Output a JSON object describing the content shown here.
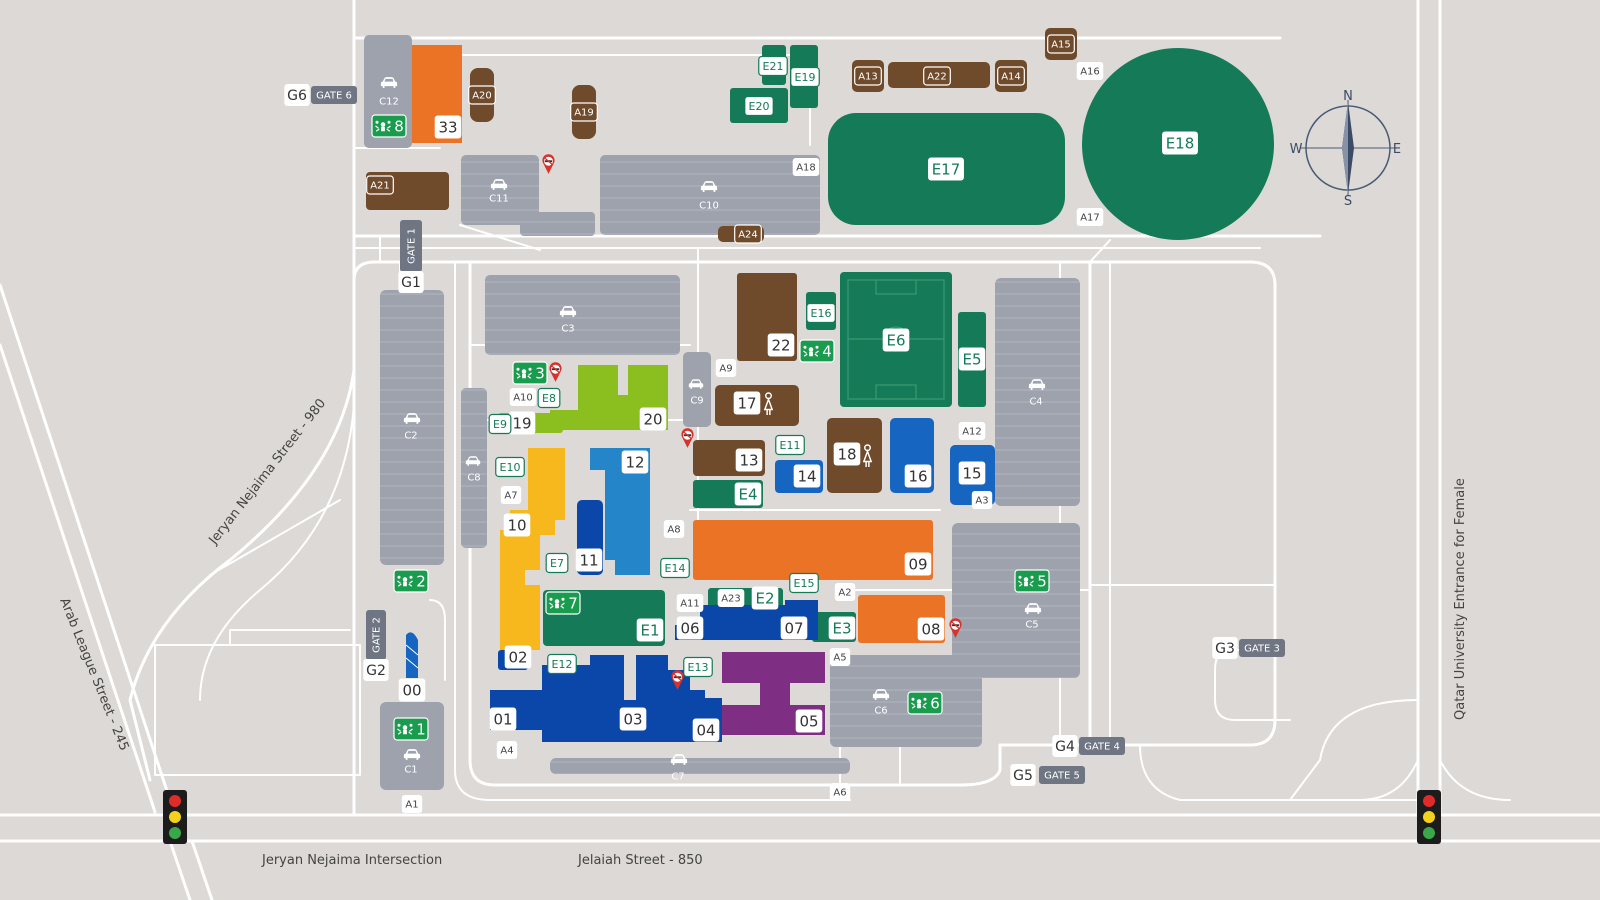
{
  "roads": {
    "arab_league": "Arab League Street - 245",
    "jeryan_980": "Jeryan Nejaima Street - 980",
    "jeryan_intersection": "Jeryan Nejaima Intersection",
    "jelaiah": "Jelaiah Street - 850",
    "female_entrance": "Qatar University Entrance for Female"
  },
  "compass": {
    "n": "N",
    "s": "S",
    "e": "E",
    "w": "W"
  },
  "gates": {
    "g1": {
      "code": "G1",
      "name": "GATE 1"
    },
    "g2": {
      "code": "G2",
      "name": "GATE 2"
    },
    "g3": {
      "code": "G3",
      "name": "GATE 3"
    },
    "g4": {
      "code": "G4",
      "name": "GATE 4"
    },
    "g5": {
      "code": "G5",
      "name": "GATE 5"
    },
    "g6": {
      "code": "G6",
      "name": "GATE 6"
    }
  },
  "buildings": {
    "b00": "00",
    "b01": "01",
    "b02": "02",
    "b03": "03",
    "b04": "04",
    "b05": "05",
    "b06": "06",
    "b07": "07",
    "b08": "08",
    "b09": "09",
    "b10": "10",
    "b11": "11",
    "b12": "12",
    "b13": "13",
    "b14": "14",
    "b15": "15",
    "b16": "16",
    "b17": "17",
    "b18": "18",
    "b19": "19",
    "b20": "20",
    "b22": "22",
    "b33": "33"
  },
  "parking": {
    "c1": "C1",
    "c2": "C2",
    "c3": "C3",
    "c4": "C4",
    "c5": "C5",
    "c6": "C6",
    "c7": "C7",
    "c8": "C8",
    "c9": "C9",
    "c10": "C10",
    "c11": "C11",
    "c12": "C12"
  },
  "areas": {
    "a1": "A1",
    "a2": "A2",
    "a3": "A3",
    "a4": "A4",
    "a5": "A5",
    "a6": "A6",
    "a7": "A7",
    "a8": "A8",
    "a9": "A9",
    "a10": "A10",
    "a11": "A11",
    "a12": "A12",
    "a13": "A13",
    "a14": "A14",
    "a15": "A15",
    "a16": "A16",
    "a17": "A17",
    "a18": "A18",
    "a19": "A19",
    "a20": "A20",
    "a21": "A21",
    "a22": "A22",
    "a23": "A23",
    "a24": "A24"
  },
  "entrances": {
    "e1": "E1",
    "e2": "E2",
    "e3": "E3",
    "e4": "E4",
    "e5": "E5",
    "e6": "E6",
    "e7": "E7",
    "e8": "E8",
    "e9": "E9",
    "e10": "E10",
    "e11": "E11",
    "e12": "E12",
    "e13": "E13",
    "e14": "E14",
    "e15": "E15",
    "e16": "E16",
    "e17": "E17",
    "e18": "E18",
    "e19": "E19",
    "e20": "E20",
    "e21": "E21"
  },
  "assembly_points": {
    "ap1": "1",
    "ap2": "2",
    "ap3": "3",
    "ap4": "4",
    "ap5": "5",
    "ap6": "6",
    "ap7": "7",
    "ap8": "8"
  },
  "colors": {
    "background": "#dcd9d6",
    "road": "#ffffff",
    "parking": "#9da2ad",
    "green": "#147a57",
    "brown": "#6f4a2b",
    "orange": "#ea7326",
    "blue_dark": "#0b47a8",
    "blue_mid": "#1665c0",
    "blue_light": "#2485c9",
    "lime": "#8abf1f",
    "yellow": "#f6b81c",
    "purple": "#7f2f83",
    "gate_tag": "#6f7582"
  },
  "icons": [
    "car-icon",
    "assembly-point-icon",
    "female-icon",
    "no-smoking-icon",
    "compass-icon",
    "traffic-light-icon",
    "tower-icon"
  ]
}
